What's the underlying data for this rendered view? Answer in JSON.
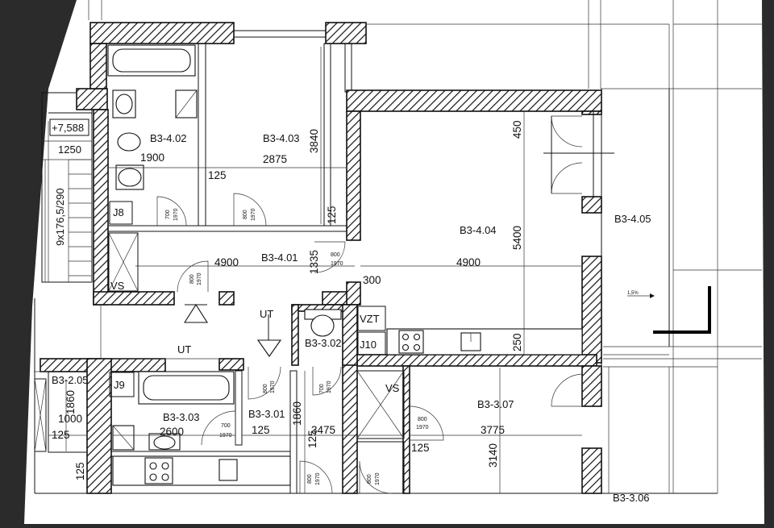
{
  "sheet": {
    "paper_color": "#ffffff",
    "background_color": "#2b2b2b",
    "ink_color": "#111111"
  },
  "rooms": {
    "b3_402": "B3-4.02",
    "b3_403": "B3-4.03",
    "b3_401": "B3-4.01",
    "b3_404": "B3-4.04",
    "b3_405": "B3-4.05",
    "b3_205": "B3-2.05",
    "b3_303": "B3-3.03",
    "b3_301": "B3-3.01",
    "b3_302": "B3-3.02",
    "b3_307": "B3-3.07",
    "b3_306_partial": "B3-3.06"
  },
  "dims": {
    "d_1900": "1900",
    "d_2875": "2875",
    "d_3840": "3840",
    "d_125_a": "125",
    "d_125_b": "125",
    "d_4900_a": "4900",
    "d_1335": "1335",
    "d_300": "300",
    "d_450": "450",
    "d_5400": "5400",
    "d_4900_b": "4900",
    "d_250": "250",
    "d_1250": "1250",
    "d_1860_a": "1860",
    "d_1000": "1000",
    "d_125_c": "125",
    "d_125_d": "125",
    "d_2600": "2600",
    "d_125_e": "125",
    "d_1860_b": "1860",
    "d_3475": "3475",
    "d_125_f": "125",
    "d_125_g": "125",
    "d_3775": "3775",
    "d_3140": "3140"
  },
  "labels": {
    "level": "+7,588",
    "stair": "9x176,5/290",
    "j8": "J8",
    "j9": "J9",
    "j10": "J10",
    "vs_a": "VS",
    "vs_b": "VS",
    "ut_a": "UT",
    "ut_b": "UT",
    "vzt": "VZT",
    "slope": "1,5%"
  },
  "doors": {
    "d700_a": "700",
    "d1970_a": "1970",
    "d800_a": "800",
    "d1970_b": "1970",
    "d800_b": "800",
    "d1970_c": "1970",
    "d800_c": "800",
    "d1970_d": "1970",
    "d800_d": "800",
    "d1970_e": "1970",
    "d700_b": "700",
    "d1970_f": "1970",
    "d700_c": "700",
    "d1970_g": "1970",
    "d800_e": "800",
    "d1970_h": "1970",
    "d800_f": "800",
    "d1970_i": "1970",
    "d800_g": "800",
    "d1970_j": "1970"
  }
}
